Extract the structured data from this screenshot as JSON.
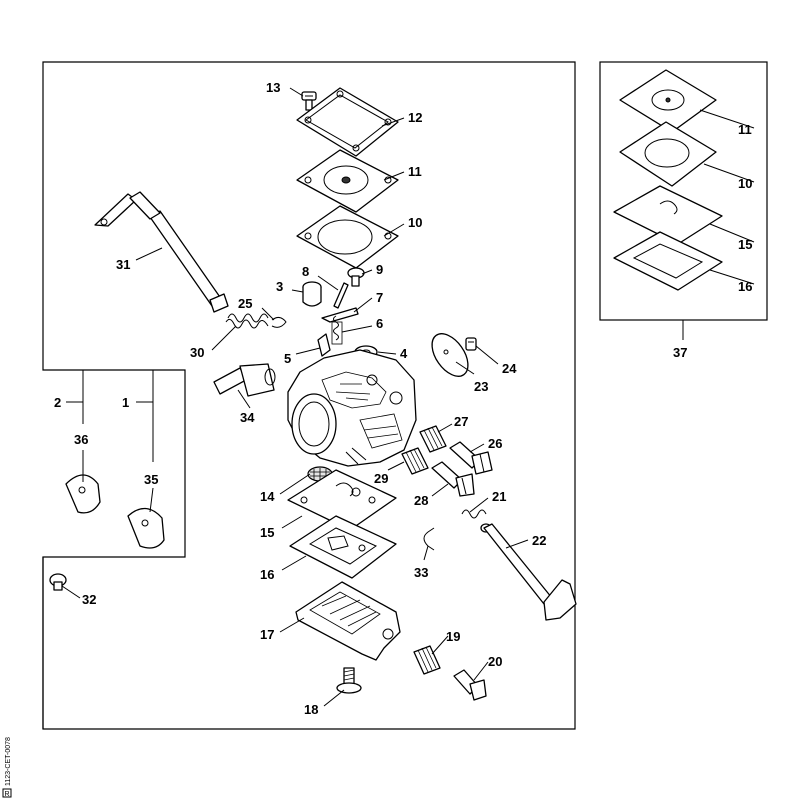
{
  "callouts": {
    "c1": "1",
    "c2": "2",
    "c3": "3",
    "c4": "4",
    "c5": "5",
    "c6": "6",
    "c7": "7",
    "c8": "8",
    "c9": "9",
    "c10": "10",
    "c11": "11",
    "c12": "12",
    "c13": "13",
    "c14": "14",
    "c15": "15",
    "c16": "16",
    "c17": "17",
    "c18": "18",
    "c19": "19",
    "c20": "20",
    "c21": "21",
    "c22": "22",
    "c23": "23",
    "c24": "24",
    "c25": "25",
    "c26": "26",
    "c27": "27",
    "c28": "28",
    "c29": "29",
    "c30": "30",
    "c31": "31",
    "c32": "32",
    "c33": "33",
    "c34": "34",
    "c35": "35",
    "c36": "36",
    "c37": "37",
    "kit_c10": "10",
    "kit_c11": "11",
    "kit_c15": "15",
    "kit_c16": "16"
  },
  "reference_code": "1123-CET-0078",
  "corner_mark": "R"
}
